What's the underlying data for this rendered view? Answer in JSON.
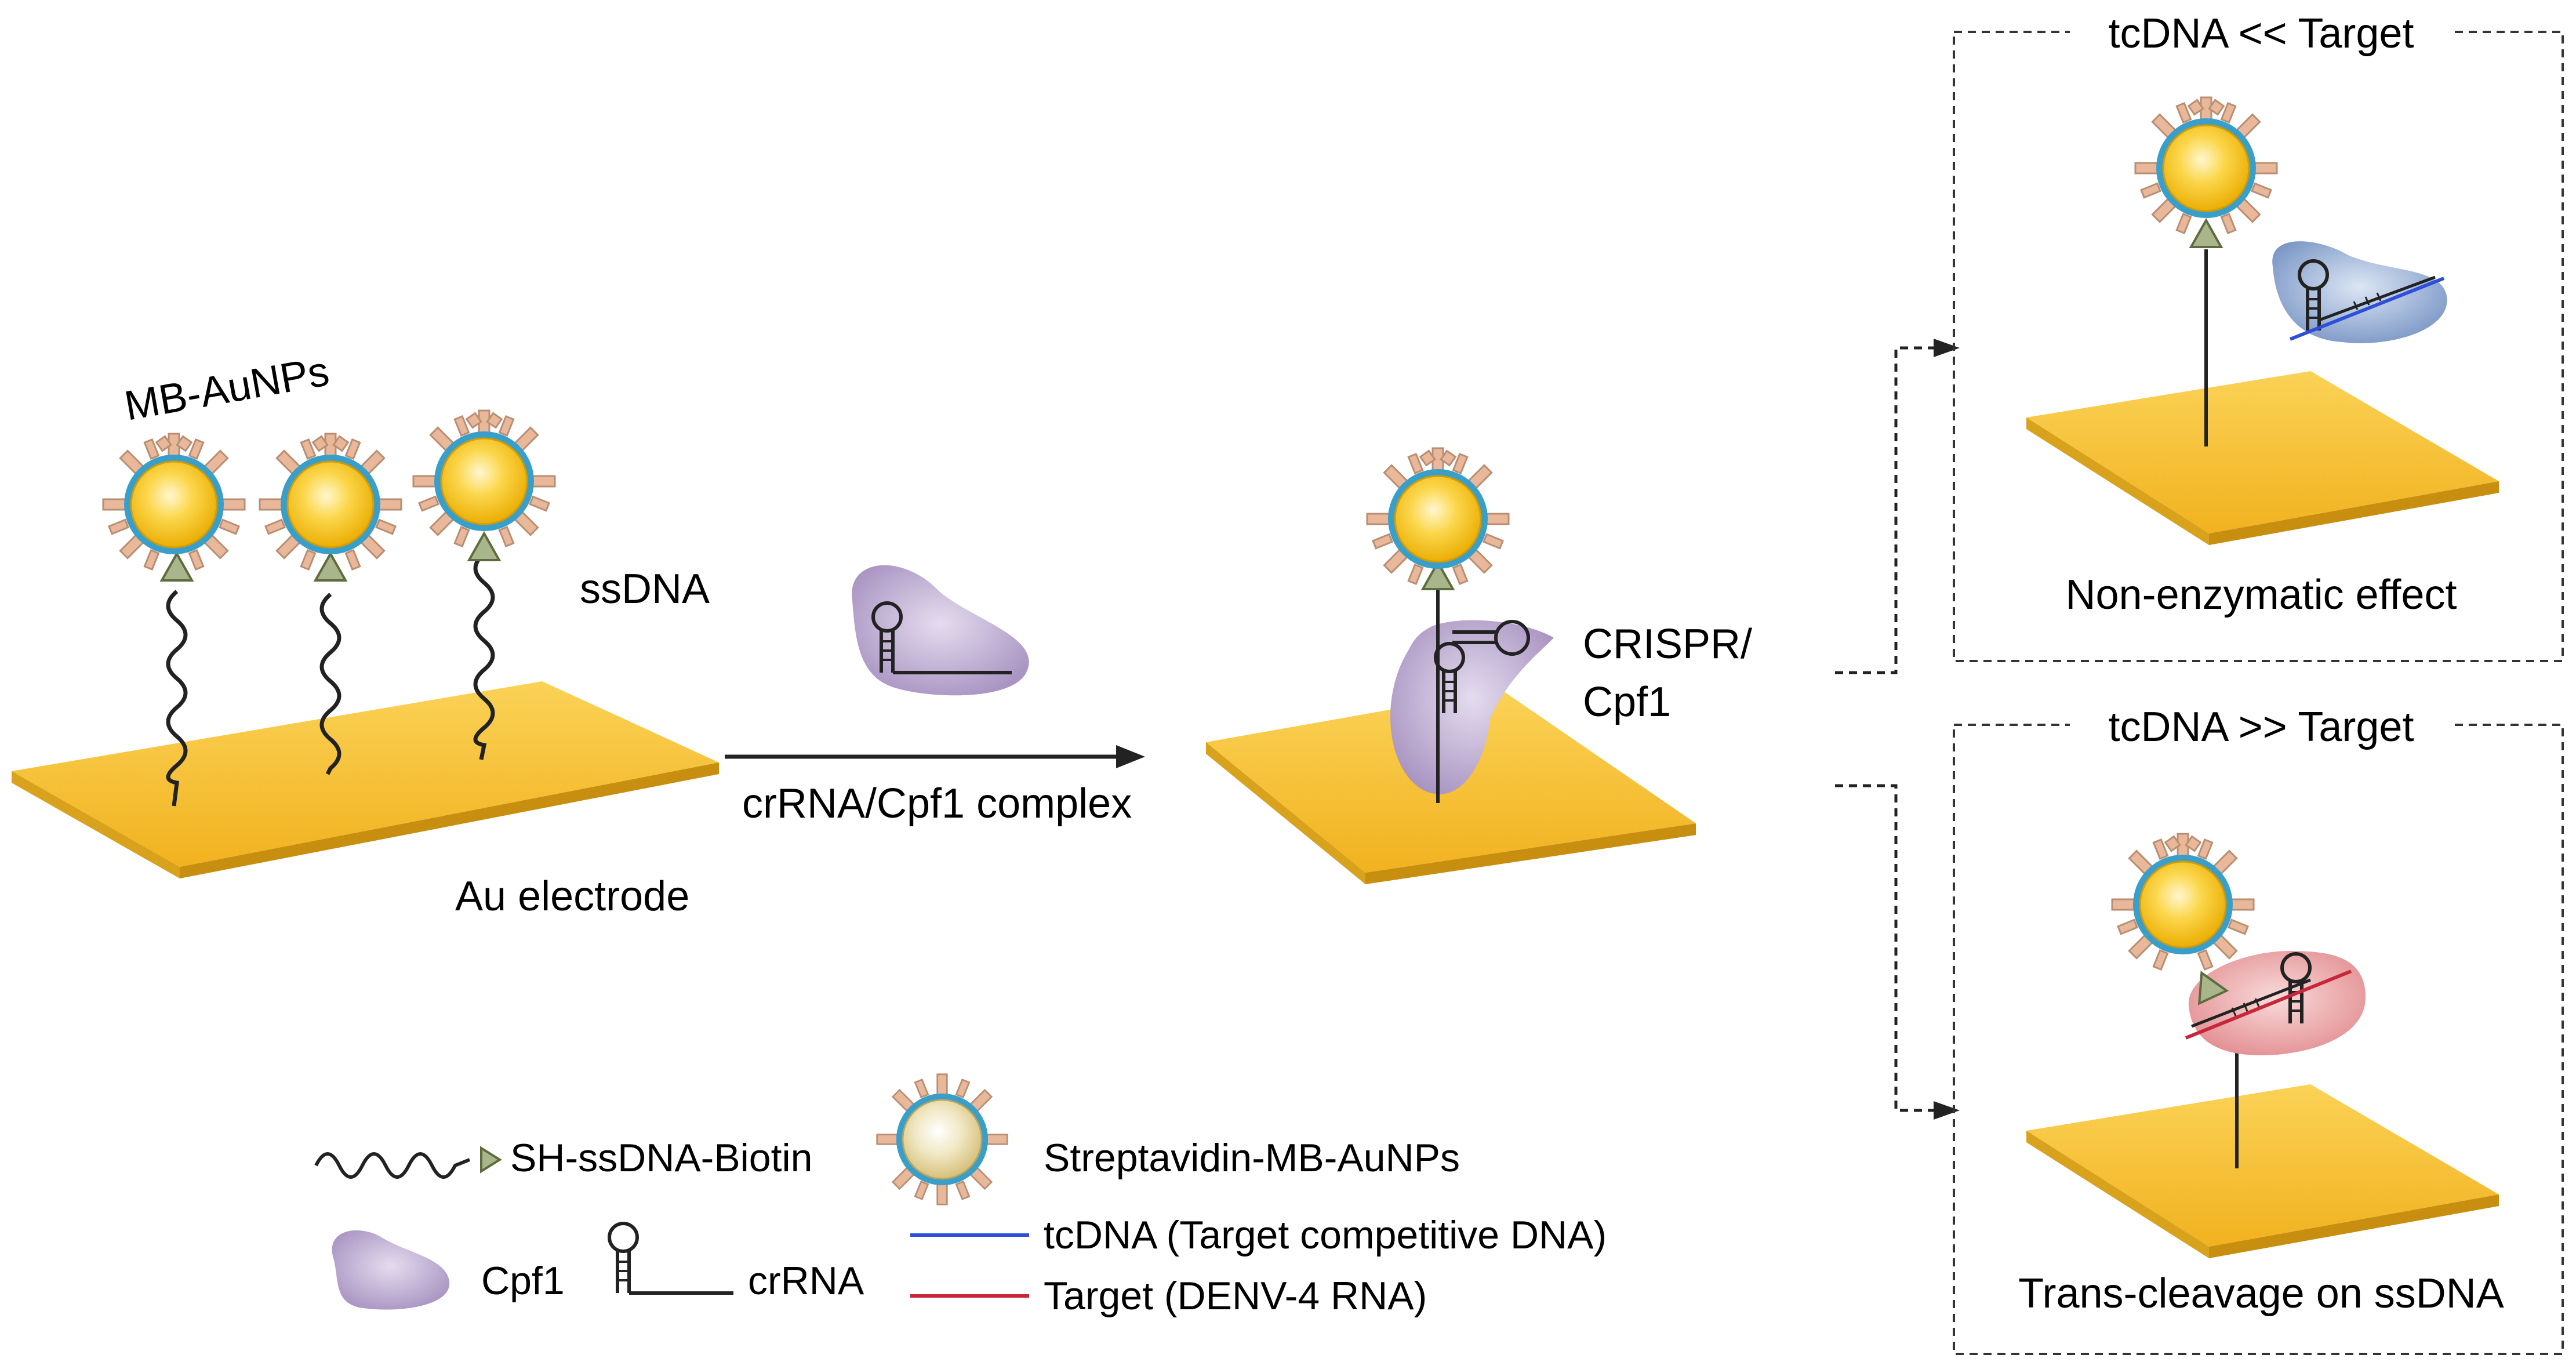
{
  "labels": {
    "mb_aunps": "MB-AuNPs",
    "ssdna": "ssDNA",
    "au_electrode": "Au electrode",
    "crrna_cpf1_complex": "crRNA/Cpf1 complex",
    "crispr_line1": "CRISPR/",
    "crispr_line2": "Cpf1"
  },
  "panels": {
    "top": {
      "title": "tcDNA << Target",
      "caption": "Non-enzymatic effect"
    },
    "bottom": {
      "title": "tcDNA >> Target",
      "caption": "Trans-cleavage on ssDNA"
    }
  },
  "legend": {
    "sh_ssdna_biotin": "SH-ssDNA-Biotin",
    "streptavidin_mb_aunps": "Streptavidin-MB-AuNPs",
    "cpf1": "Cpf1",
    "crrna": "crRNA",
    "tcdna": "tcDNA (Target competitive DNA)",
    "target": "Target (DENV-4 RNA)"
  },
  "colors": {
    "electrode": "#F7C12E",
    "electrode_edge": "#D9A21C",
    "gold": "#F6C40B",
    "shell": "#3A9FC8",
    "antibody": "#E9B89A",
    "biotin": "#A9B58A",
    "cpf1": "#B3A0C8",
    "tcdna": "#2F4EDA",
    "target": "#C6283A",
    "complex_blue": "#7E9BC9",
    "complex_red": "#E79A9A"
  }
}
